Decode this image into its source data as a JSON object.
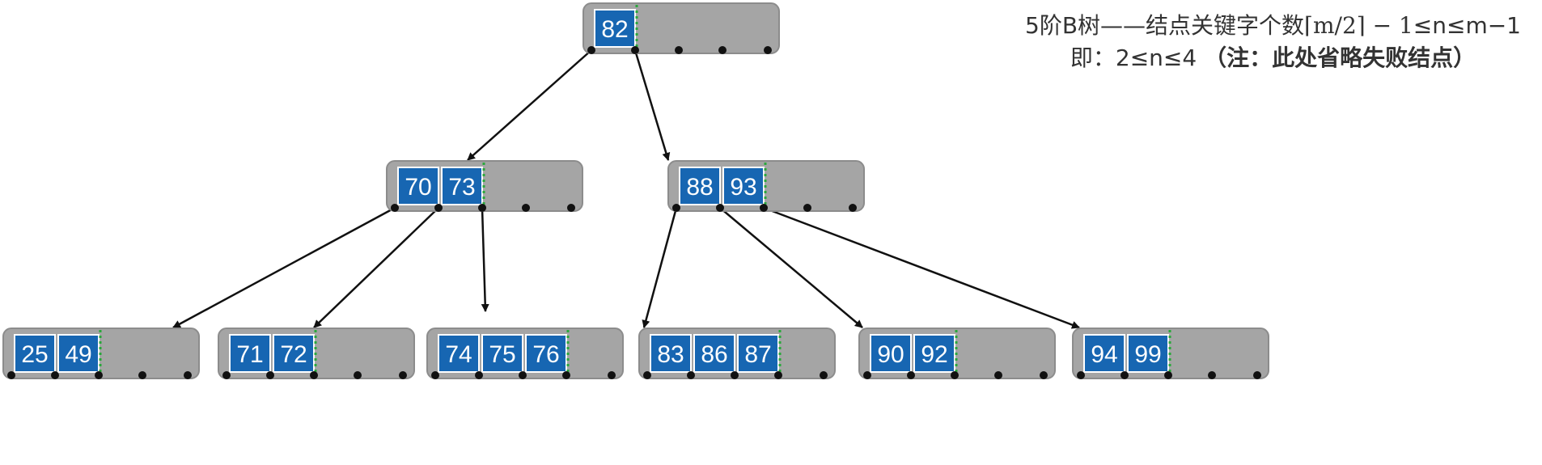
{
  "caption": {
    "line1_prefix": "5阶B树——结点关键字个数",
    "line1_formula": "⌈m/2⌉ − 1",
    "line1_suffix": "≤n≤m−1",
    "line2_prefix": "即：2≤n≤4",
    "line2_note": "（注：此处省略失败结点）"
  },
  "colors": {
    "node_fill": "#a5a5a5",
    "key_fill": "#1766b2",
    "divider": "#2aa83c",
    "pointer": "#111111"
  },
  "tree": {
    "order": 5,
    "nodes": [
      {
        "id": "root",
        "keys": [
          "82"
        ],
        "parent": null,
        "child_index": null
      },
      {
        "id": "n1",
        "keys": [
          "70",
          "73"
        ],
        "parent": "root",
        "child_index": 0
      },
      {
        "id": "n2",
        "keys": [
          "88",
          "93"
        ],
        "parent": "root",
        "child_index": 1
      },
      {
        "id": "l1",
        "keys": [
          "25",
          "49"
        ],
        "parent": "n1",
        "child_index": 0
      },
      {
        "id": "l2",
        "keys": [
          "71",
          "72"
        ],
        "parent": "n1",
        "child_index": 1
      },
      {
        "id": "l3",
        "keys": [
          "74",
          "75",
          "76"
        ],
        "parent": "n1",
        "child_index": 2
      },
      {
        "id": "l4",
        "keys": [
          "83",
          "86",
          "87"
        ],
        "parent": "n2",
        "child_index": 0
      },
      {
        "id": "l5",
        "keys": [
          "90",
          "92"
        ],
        "parent": "n2",
        "child_index": 1
      },
      {
        "id": "l6",
        "keys": [
          "94",
          "99"
        ],
        "parent": "n2",
        "child_index": 2
      }
    ]
  }
}
